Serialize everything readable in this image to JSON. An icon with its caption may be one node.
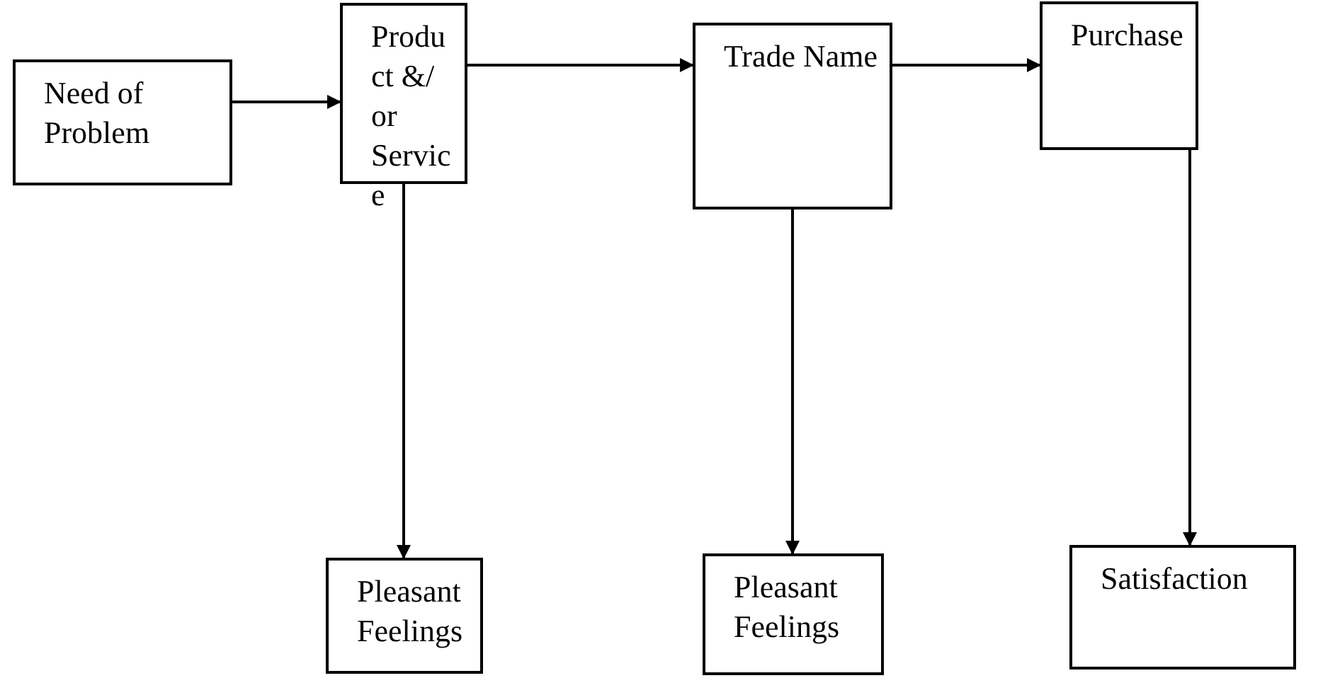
{
  "diagram": {
    "nodes": [
      {
        "text": [
          "Need of Problem"
        ]
      },
      {
        "text": [
          "Product &/ or Service"
        ]
      },
      {
        "text": [
          "Trade Name"
        ]
      },
      {
        "text": [
          "Purchase"
        ]
      },
      {
        "text": [
          "Pleasant Feelings"
        ]
      },
      {
        "text": [
          "Pleasant Feelings"
        ]
      },
      {
        "text": [
          "Satisfaction"
        ]
      }
    ],
    "edges": [
      {
        "from": 0,
        "to": 1,
        "arrow": "to"
      },
      {
        "from": 1,
        "to": 2,
        "arrow": "to"
      },
      {
        "from": 2,
        "to": 3,
        "arrow": "to"
      },
      {
        "from": 1,
        "to": 4,
        "arrow": "to"
      },
      {
        "from": 2,
        "to": 5,
        "arrow": "to"
      },
      {
        "from": 3,
        "to": 6,
        "arrow": "to"
      }
    ]
  }
}
